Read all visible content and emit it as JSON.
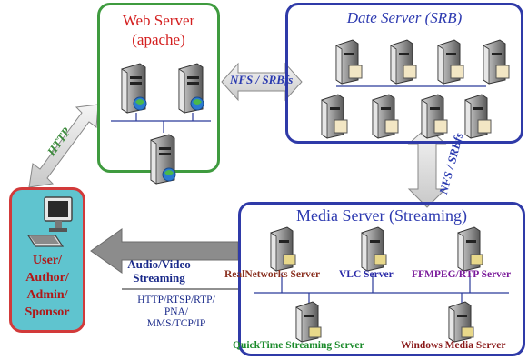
{
  "web_server": {
    "title_line1": "Web Server",
    "title_line2": "(apache)"
  },
  "data_server": {
    "title": "Date Server (SRB)"
  },
  "media_server": {
    "title": "Media Server (Streaming)",
    "servers": [
      "RealNetworks Server",
      "VLC Server",
      "FFMPEG/RTP Server",
      "QuickTime Streaming Server",
      "Windows Media Server"
    ]
  },
  "user": {
    "line1": "User/",
    "line2": "Author/",
    "line3": "Admin/",
    "line4": "Sponsor"
  },
  "arrows": {
    "nfs_horizontal": "NFS / SRBfs",
    "nfs_vertical": "NFS / SRBfs",
    "http": "HTTP",
    "streaming_line1": "Audio/Video",
    "streaming_line2": "Streaming",
    "protocols_line1": "HTTP/RTSP/RTP/",
    "protocols_line2": "PNA/",
    "protocols_line3": "MMS/TCP/IP"
  },
  "colors": {
    "web_border": "#3f9b3f",
    "data_border": "#2f3aa8",
    "media_border": "#2f3aa8",
    "user_border": "#d23a3a",
    "user_fill": "#5fc4cf"
  }
}
